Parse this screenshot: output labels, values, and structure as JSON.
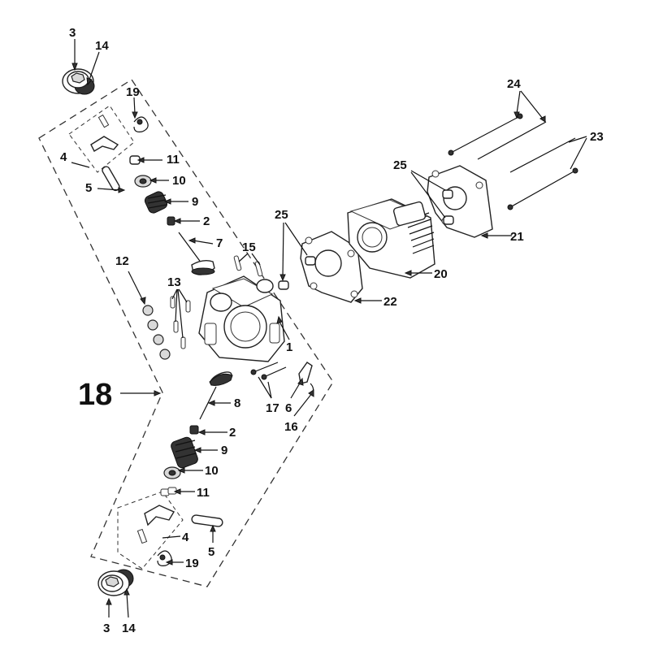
{
  "diagram": {
    "callouts": {
      "c3_top": "3",
      "c14_top": "14",
      "c19_top": "19",
      "c4_top": "4",
      "c11_top": "11",
      "c10_top": "10",
      "c5_top": "5",
      "c9_top": "9",
      "c2_top": "2",
      "c7": "7",
      "c15": "15",
      "c12": "12",
      "c13": "13",
      "c25_left": "25",
      "c25_right": "25",
      "c24": "24",
      "c23": "23",
      "c21": "21",
      "c20": "20",
      "c22": "22",
      "c1": "1",
      "c18": "18",
      "c8": "8",
      "c17": "17",
      "c6": "6",
      "c16": "16",
      "c2_bot": "2",
      "c9_bot": "9",
      "c10_bot": "10",
      "c11_bot": "11",
      "c4_bot": "4",
      "c5_bot": "5",
      "c19_bot": "19",
      "c3_bot": "3",
      "c14_bot": "14"
    }
  }
}
